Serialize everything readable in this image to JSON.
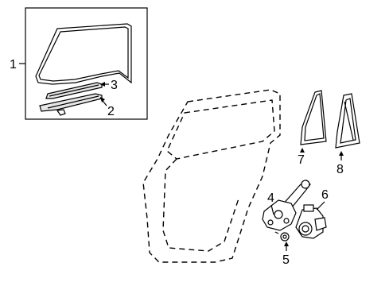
{
  "diagram": {
    "callouts": [
      {
        "id": "1",
        "text": "1"
      },
      {
        "id": "2",
        "text": "2"
      },
      {
        "id": "3",
        "text": "3"
      },
      {
        "id": "4",
        "text": "4"
      },
      {
        "id": "5",
        "text": "5"
      },
      {
        "id": "6",
        "text": "6"
      },
      {
        "id": "7",
        "text": "7"
      },
      {
        "id": "8",
        "text": "8"
      }
    ],
    "parts": [
      {
        "callout": "1",
        "icon": "door-glass-assembly-box"
      },
      {
        "callout": "2",
        "icon": "glass-run-channel-lower"
      },
      {
        "callout": "3",
        "icon": "glass-run-channel-upper"
      },
      {
        "callout": "4",
        "icon": "window-regulator"
      },
      {
        "callout": "5",
        "icon": "regulator-bolt"
      },
      {
        "callout": "6",
        "icon": "regulator-motor"
      },
      {
        "callout": "7",
        "icon": "quarter-window-glass"
      },
      {
        "callout": "8",
        "icon": "quarter-window-frame"
      }
    ]
  }
}
